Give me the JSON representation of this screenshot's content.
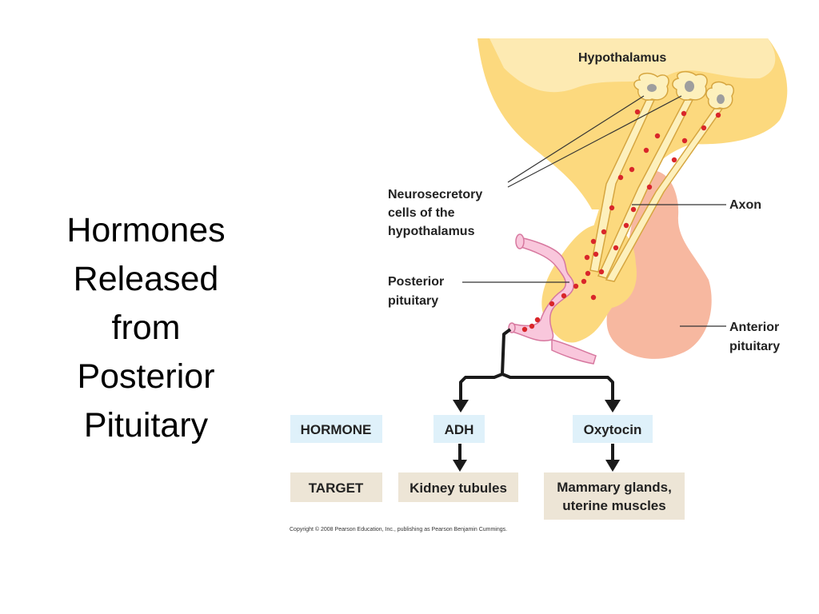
{
  "title": {
    "lines": [
      "Hormones",
      "Released",
      "from",
      "Posterior",
      "Pituitary"
    ]
  },
  "labels": {
    "hypothalamus": "Hypothalamus",
    "neurosecretory": [
      "Neurosecretory",
      "cells of the",
      "hypothalamus"
    ],
    "axon": "Axon",
    "posterior": [
      "Posterior",
      "pituitary"
    ],
    "anterior": [
      "Anterior",
      "pituitary"
    ]
  },
  "table": {
    "hormone_header": "HORMONE",
    "target_header": "TARGET",
    "hormones": [
      "ADH",
      "Oxytocin"
    ],
    "targets": [
      [
        "Kidney tubules"
      ],
      [
        "Mammary glands,",
        "uterine muscles"
      ]
    ]
  },
  "colors": {
    "hypothalamus_fill": "#fcd97e",
    "hypothalamus_light": "#fdeab2",
    "neuron_fill": "#fdf0bc",
    "anterior_fill": "#f7b8a0",
    "vessel_fill": "#f9c7dc",
    "hormone_dot": "#d9262a",
    "hormone_box": "#dff1fa",
    "target_box": "#ede5d6",
    "arrow": "#1a1a1a"
  },
  "copyright": "Copyright © 2008 Pearson Education, Inc., publishing as Pearson Benjamin Cummings."
}
